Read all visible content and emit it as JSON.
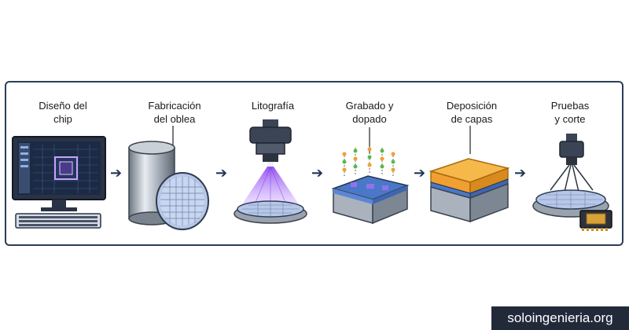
{
  "stages": [
    {
      "label_line1": "Diseño del",
      "label_line2": "chip",
      "icon": "computer-chip-design-icon"
    },
    {
      "label_line1": "Fabricación",
      "label_line2": "del oblea",
      "icon": "silicon-ingot-wafer-icon"
    },
    {
      "label_line1": "Litografía",
      "label_line2": "",
      "icon": "lithography-machine-icon"
    },
    {
      "label_line1": "Grabado y",
      "label_line2": "dopado",
      "icon": "etching-doping-icon"
    },
    {
      "label_line1": "Deposición",
      "label_line2": "de capas",
      "icon": "layer-deposition-icon"
    },
    {
      "label_line1": "Pruebas",
      "label_line2": "y corte",
      "icon": "testing-probe-icon"
    }
  ],
  "arrow_glyph": "➔",
  "brand": "soloingenieria.org",
  "colors": {
    "border": "#2c3e57",
    "accent_blue": "#4a78c8",
    "orange": "#f0a030",
    "purple": "#a070f0"
  }
}
